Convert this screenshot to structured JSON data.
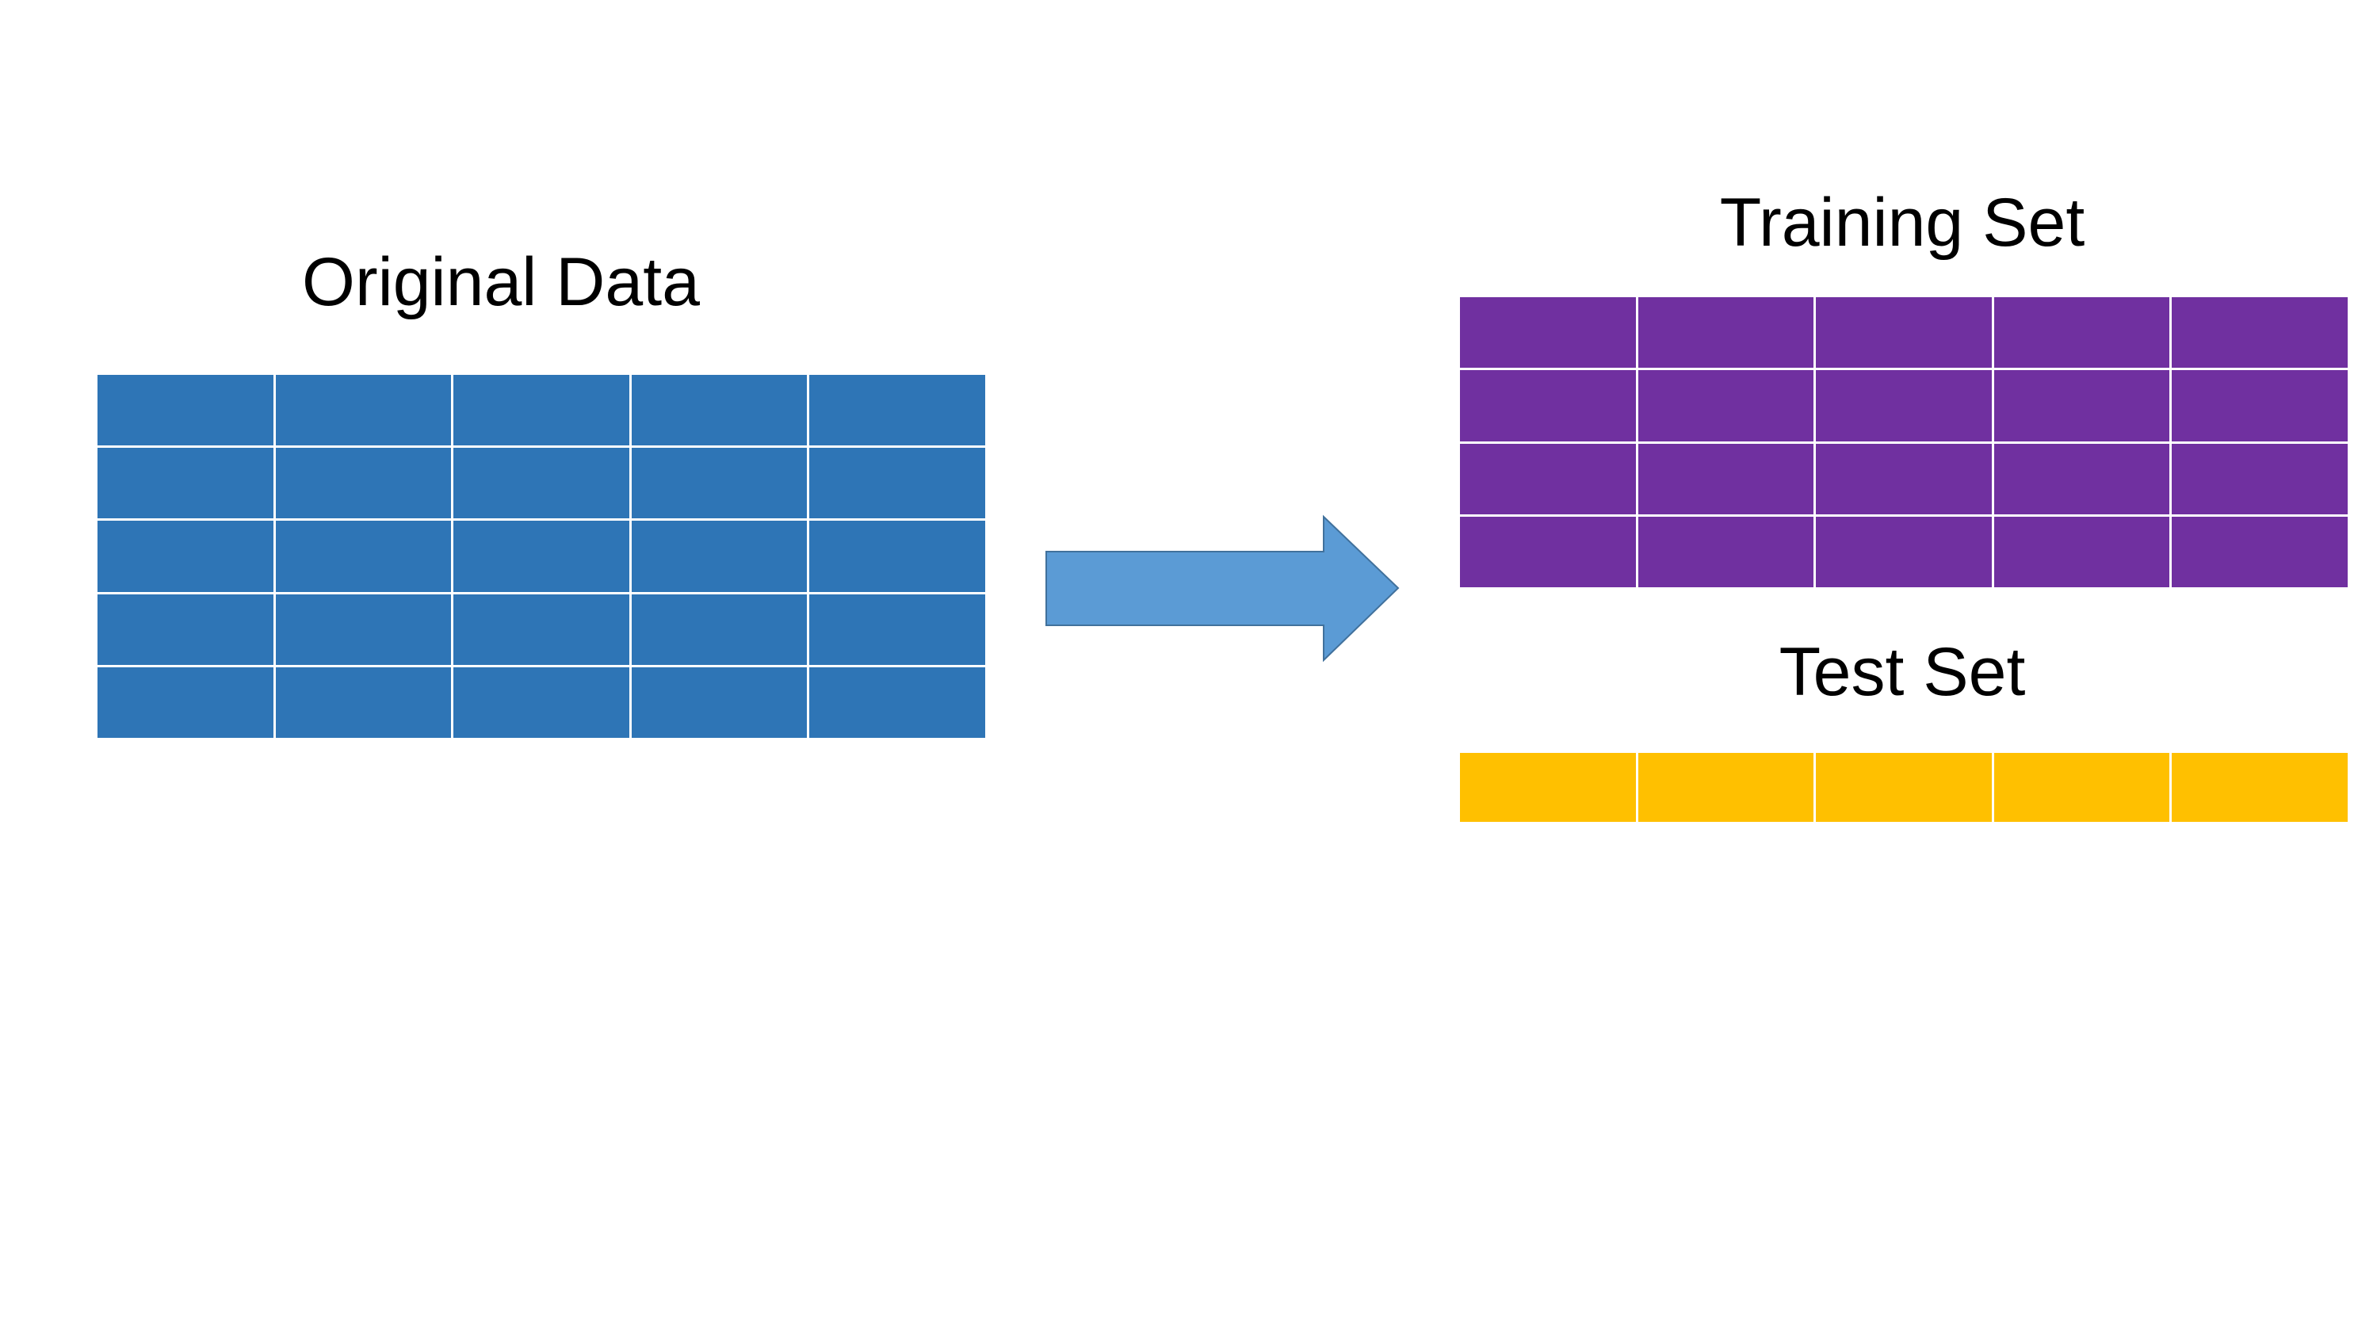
{
  "original": {
    "title": "Original Data",
    "rows": 5,
    "cols": 5,
    "color": "#2E75B6"
  },
  "training": {
    "title": "Training Set",
    "rows": 4,
    "cols": 5,
    "color": "#7030A0"
  },
  "test": {
    "title": "Test Set",
    "rows": 1,
    "cols": 5,
    "color": "#FFC000"
  },
  "arrow": {
    "fill": "#5B9BD5",
    "stroke": "#41719C",
    "icon": "right-arrow-icon"
  }
}
